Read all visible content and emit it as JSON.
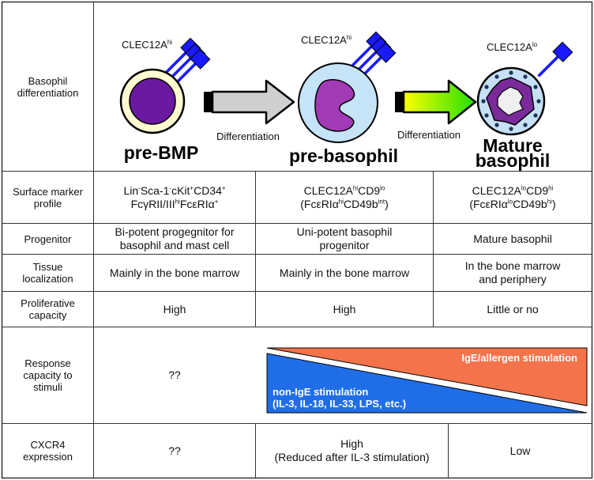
{
  "rows": {
    "differentiation": {
      "header": [
        "Basophil",
        "differentiation"
      ]
    },
    "surface": {
      "header": [
        "Surface marker",
        "profile"
      ],
      "prebmp": {
        "line1": [
          [
            "Lin",
            ""
          ],
          [
            "-",
            "sup"
          ],
          [
            "Sca-1",
            ""
          ],
          [
            "-",
            "sup"
          ],
          [
            "cKit",
            ""
          ],
          [
            "+",
            "sup"
          ],
          [
            "CD34",
            ""
          ],
          [
            "+",
            "sup"
          ]
        ],
        "line2": [
          [
            "FcγRII/III",
            ""
          ],
          [
            "hi",
            "sup"
          ],
          [
            "FcεRIα",
            ""
          ],
          [
            "+",
            "sup"
          ]
        ]
      },
      "prebasophil": {
        "line1": [
          [
            "CLEC12A",
            ""
          ],
          [
            "hi",
            "sup"
          ],
          [
            "CD9",
            ""
          ],
          [
            "lo",
            "sup"
          ]
        ],
        "line2": [
          [
            "(FcεRIα",
            ""
          ],
          [
            "hi",
            "sup"
          ],
          [
            "CD49b",
            ""
          ],
          [
            "int",
            "sup"
          ],
          [
            ")",
            ""
          ]
        ]
      },
      "mature": {
        "line1": [
          [
            "CLEC12A",
            ""
          ],
          [
            "lo",
            "sup"
          ],
          [
            "CD9",
            ""
          ],
          [
            "hi",
            "sup"
          ]
        ],
        "line2": [
          [
            "(FcεRIα",
            ""
          ],
          [
            "lo",
            "sup"
          ],
          [
            "CD49b",
            ""
          ],
          [
            "hi",
            "sup"
          ],
          [
            ")",
            ""
          ]
        ]
      }
    },
    "progenitor": {
      "header": [
        "Progenitor"
      ],
      "prebmp": [
        "Bi-potent progegnitor for",
        "basophil and mast cell"
      ],
      "prebasophil": [
        "Uni-potent basophil",
        "progenitor"
      ],
      "mature": [
        "Mature basophil"
      ]
    },
    "tissue": {
      "header": [
        "Tissue",
        "localization"
      ],
      "prebmp": [
        "Mainly in the bone marrow"
      ],
      "prebasophil": [
        "Mainly in the bone marrow"
      ],
      "mature": [
        "In the bone marrow",
        "and periphery"
      ]
    },
    "prolif": {
      "header": [
        "Proliferative",
        "capacity"
      ],
      "prebmp": [
        "High"
      ],
      "prebasophil": [
        "High"
      ],
      "mature": [
        "Little or no"
      ]
    },
    "response": {
      "header": [
        "Response",
        "capacity to",
        "stimuli"
      ],
      "prebmp": [
        "??"
      ],
      "ige_label": "IgE/allergen stimulation",
      "nonige_label1": "non-IgE stimulation",
      "nonige_label2": "(IL-3, IL-18, IL-33, LPS, etc.)"
    },
    "cxcr4": {
      "header": [
        "CXCR4",
        "expression"
      ],
      "prebmp": [
        "??"
      ],
      "high": [
        "High",
        "(Reduced after IL-3 stimulation)"
      ],
      "low": [
        "Low"
      ]
    }
  },
  "cells": {
    "prebmp": {
      "name": "pre-BMP",
      "marker": "CLEC12A",
      "marker_sup": "hi"
    },
    "prebasophil": {
      "name": "pre-basophil",
      "marker": "CLEC12A",
      "marker_sup": "hi"
    },
    "mature": {
      "name_line1": "Mature",
      "name_line2": "basophil",
      "marker": "CLEC12A",
      "marker_sup": "lo"
    }
  },
  "arrows": {
    "label1": "Differentiation",
    "label2": "Differentiation"
  },
  "colors": {
    "receptor_blue": "#1a1aff",
    "prebmp_outer": "#fffbd0",
    "prebmp_nucleus": "#6a1aa0",
    "prebasophil_outer": "#c6e4f8",
    "prebasophil_nucleus": "#a23ab5",
    "mature_outer": "#c6e0f6",
    "mature_ring": "#7a2a9a",
    "mature_dots": "#1f3558",
    "ige_triangle": "#f4734a",
    "nonige_triangle": "#1f6ee8"
  }
}
